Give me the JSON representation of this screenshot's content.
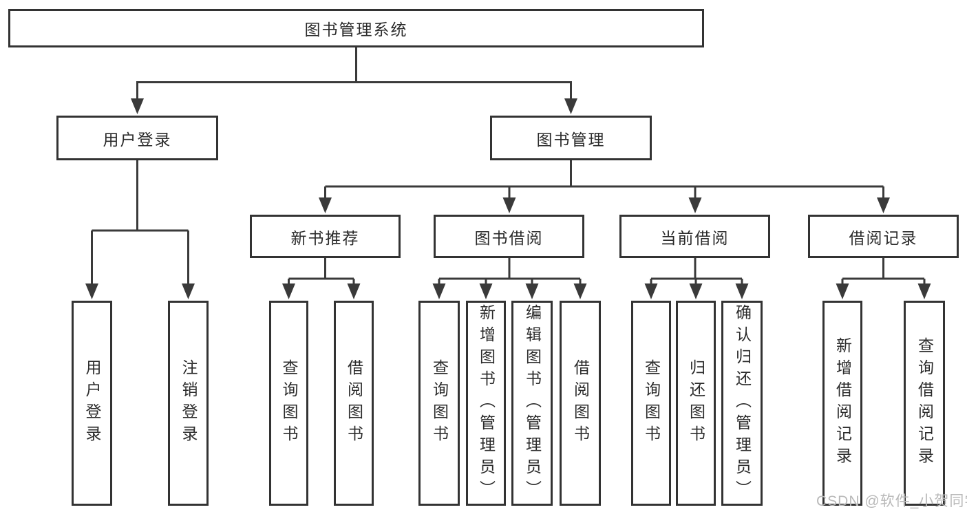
{
  "diagram": {
    "title": "图书管理系统",
    "root": {
      "label": "图书管理系统"
    },
    "level2": [
      {
        "label": "用户登录"
      },
      {
        "label": "图书管理"
      }
    ],
    "level3": [
      {
        "label": "新书推荐"
      },
      {
        "label": "图书借阅"
      },
      {
        "label": "当前借阅"
      },
      {
        "label": "借阅记录"
      }
    ],
    "leaves": {
      "user_login": [
        "用户登录",
        "注销登录"
      ],
      "new_books": [
        "查询图书",
        "借阅图书"
      ],
      "book_borrow": [
        "查询图书",
        "新增图书（管理员）",
        "编辑图书（管理员）",
        "借阅图书"
      ],
      "current_borrow": [
        "查询图书",
        "归还图书",
        "确认归还（管理员）"
      ],
      "borrow_records": [
        "新增借阅记录",
        "查询借阅记录"
      ]
    }
  },
  "watermark": {
    "text": "CSDN @软件_小贺同学"
  },
  "colors": {
    "line": "#3a3a3a",
    "border": "#333333",
    "text": "#2b2b2b",
    "watermark": "#b9b9b9",
    "background": "#ffffff"
  }
}
